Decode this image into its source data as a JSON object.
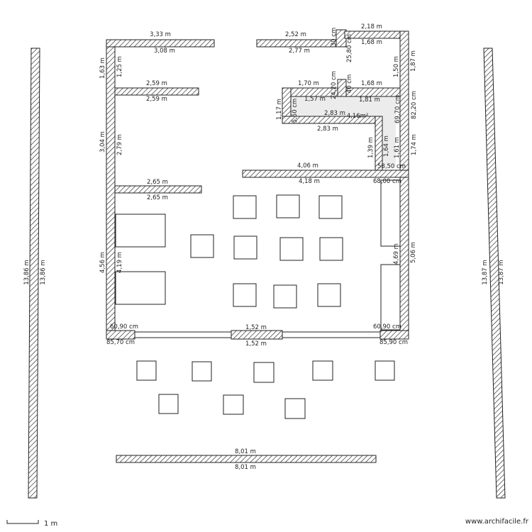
{
  "dimensions": {
    "top_left_outer": "3,33 m",
    "top_left_inner": "3,08 m",
    "top_mid_outer": "2,52 m",
    "top_mid_inner": "2,77 m",
    "top_gap_a": "30 cm",
    "top_gap_b": "25,80 cm",
    "top_right_outer": "2,18 m",
    "top_right_inner": "1,68 m",
    "left_upper_outer": "1,63 m",
    "left_upper_inner": "1,25 m",
    "right_upper_inner": "1,50 m",
    "right_upper_outer": "1,87 m",
    "wall_259_top": "2,59 m",
    "wall_259_bottom": "2,59 m",
    "room_170": "1,70 m",
    "room_157": "1,57 m",
    "room_2420": "24,20 cm",
    "room_40": "40 cm",
    "room_168": "1,68 m",
    "room_181": "1,81 m",
    "room_117": "1,17 m",
    "room_550": "5,50 cm",
    "room_283_top": "2,83 m",
    "room_area": "4,16m²",
    "room_283_bottom": "2,83 m",
    "room_6970": "69,70 cm",
    "room_8220": "82,20 cm",
    "left_mid_outer": "3,04 m",
    "left_mid_inner": "2,79 m",
    "dim_139": "1,39 m",
    "dim_164": "1,64 m",
    "dim_161": "1,61 m",
    "dim_174": "1,74 m",
    "dim_5850": "58,50 cm",
    "wall_406": "4,06 m",
    "wall_418": "4,18 m",
    "dim_6800": "68,00 cm",
    "wall_265_top": "2,65 m",
    "wall_265_bottom": "2,65 m",
    "left_low_outer": "4,56 m",
    "left_low_inner": "4,19 m",
    "right_low_inner": "4,69 m",
    "right_low_outer": "5,06 m",
    "bottom_left_a": "60,90 cm",
    "bottom_left_b": "85,70 cm",
    "bottom_mid_top": "1,52 m",
    "bottom_mid_bottom": "1,52 m",
    "bottom_right_a": "60,90 cm",
    "bottom_right_b": "85,90 cm",
    "far_left_outer": "13,86 m",
    "far_left_inner": "13,86 m",
    "far_right_inner": "13,87 m",
    "far_right_outer": "13,87 m",
    "bottom_wall_top": "8,01 m",
    "bottom_wall_bottom": "8,01 m"
  },
  "footer": {
    "scale_label": "1 m",
    "credit": "www.archifacile.fr"
  }
}
